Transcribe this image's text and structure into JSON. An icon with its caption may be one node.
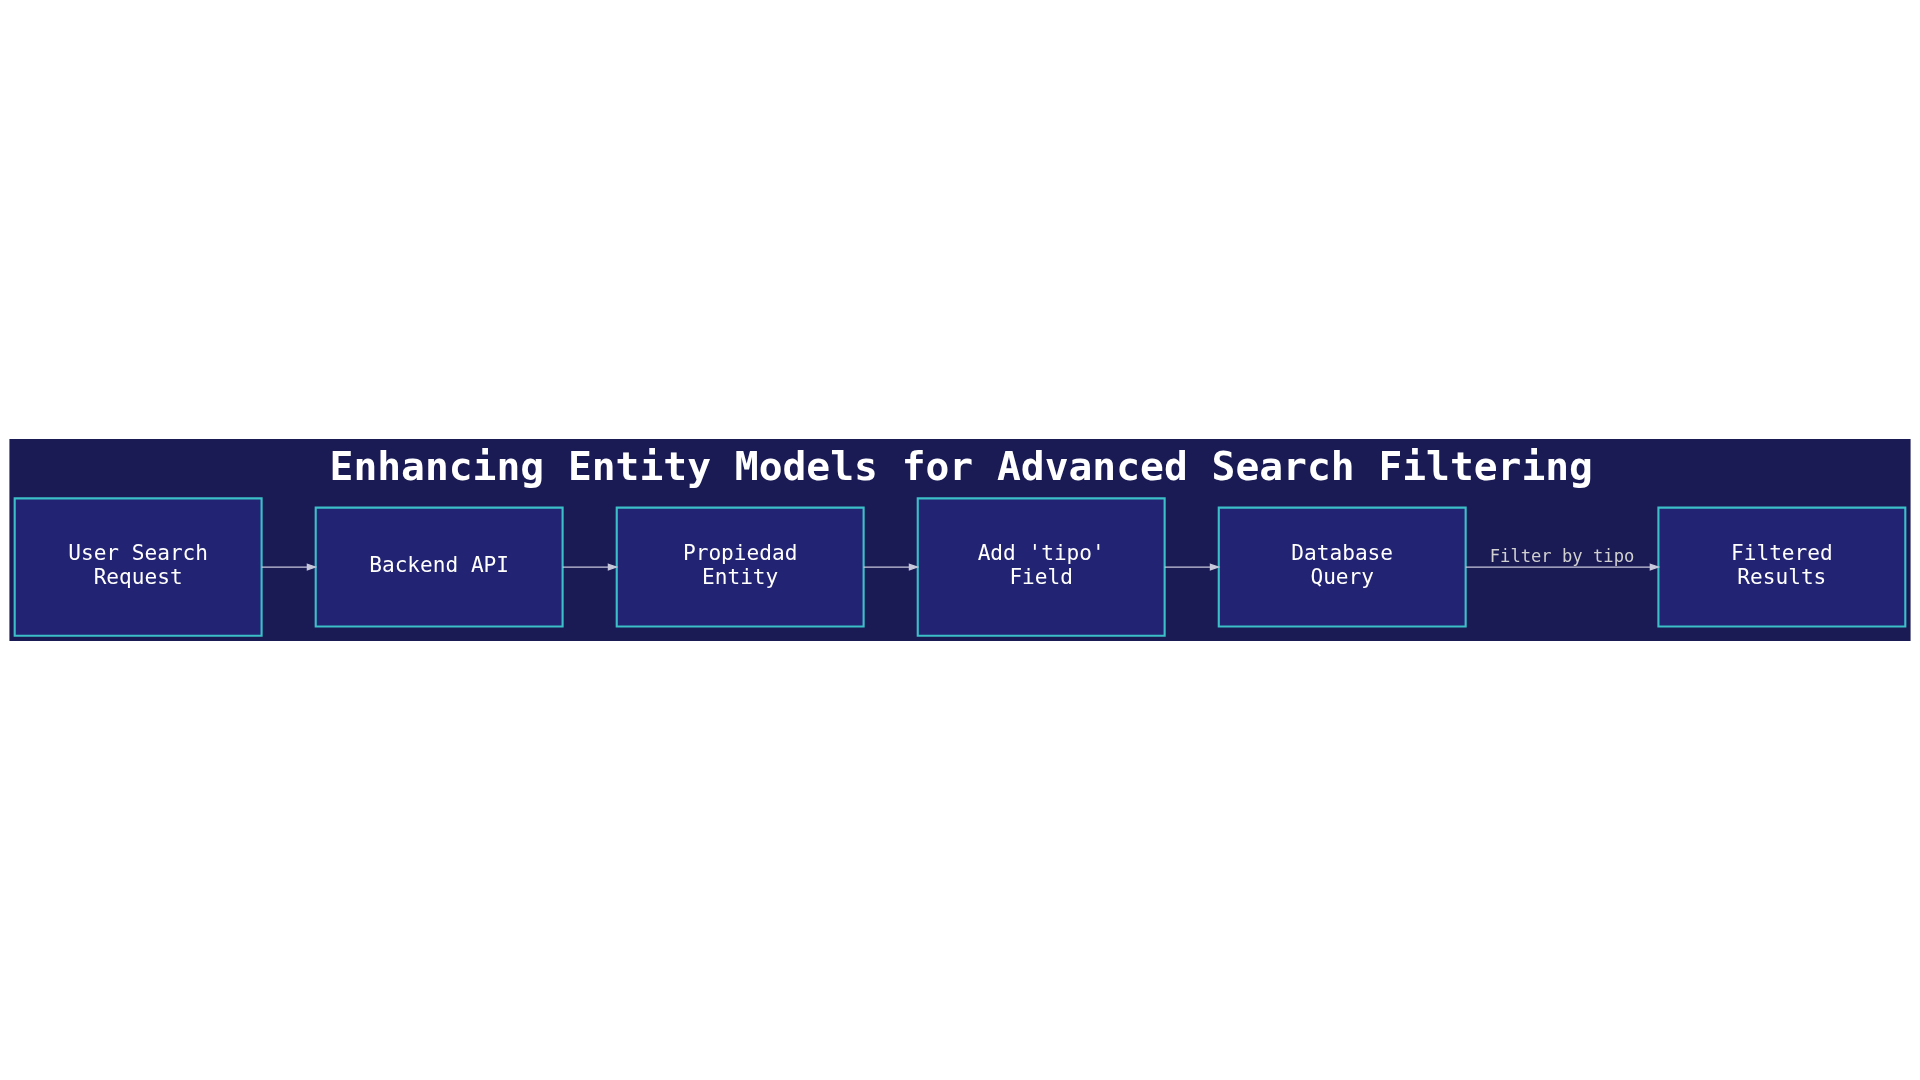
{
  "diagram": {
    "title": "Enhancing Entity Models for Advanced Search Filtering",
    "nodes": [
      {
        "text": [
          "User Search Request"
        ]
      },
      {
        "text": [
          "Backend API"
        ]
      },
      {
        "text": [
          "Propiedad Entity"
        ]
      },
      {
        "text": [
          "Add 'tipo' Field"
        ]
      },
      {
        "text": [
          "Database Query"
        ]
      },
      {
        "text": [
          "Filtered Results"
        ]
      }
    ],
    "edges": [
      {
        "from": 0,
        "to": 1,
        "arrow": "to"
      },
      {
        "from": 1,
        "to": 2,
        "arrow": "to"
      },
      {
        "from": 2,
        "to": 3,
        "arrow": "to"
      },
      {
        "from": 3,
        "to": 4,
        "arrow": "to"
      },
      {
        "from": 4,
        "to": 5,
        "label": "Filter by tipo",
        "arrow": "to"
      }
    ]
  }
}
